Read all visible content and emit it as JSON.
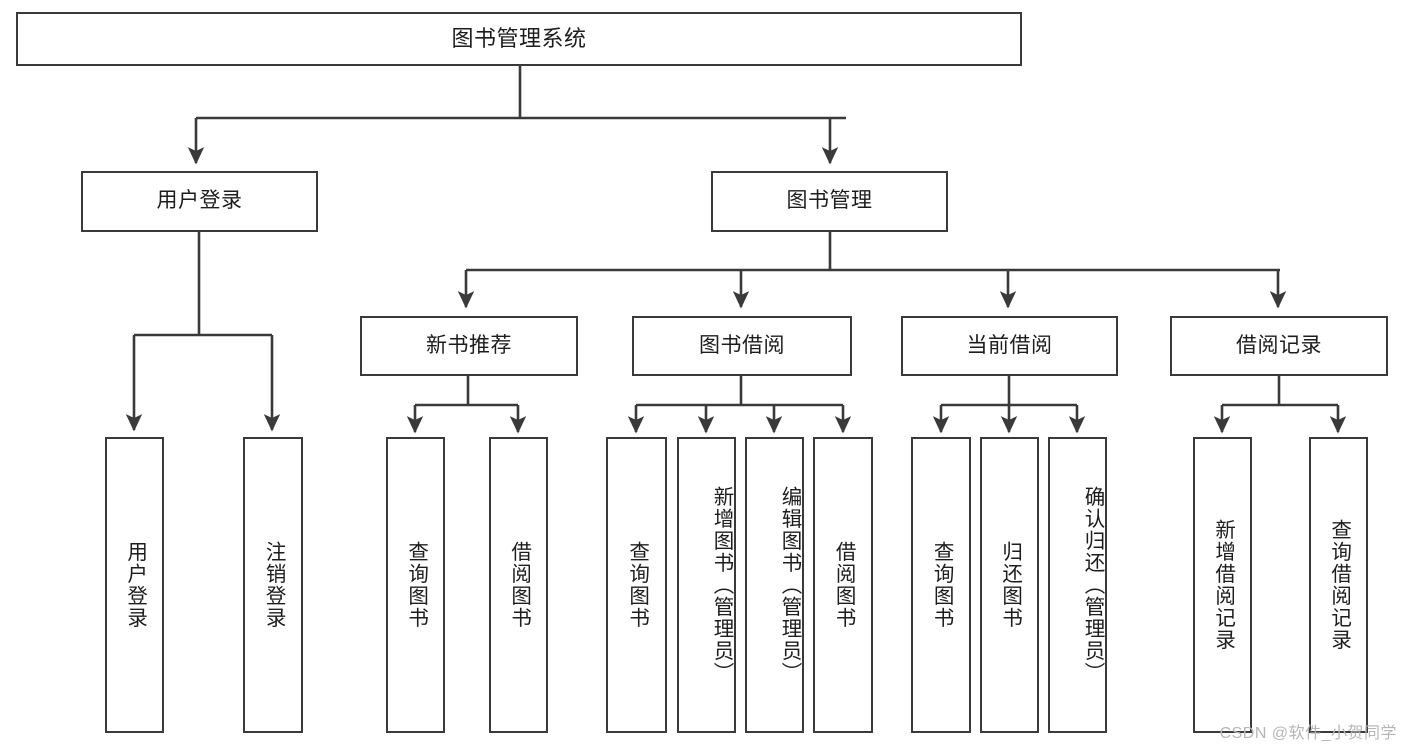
{
  "diagram": {
    "type": "tree-hierarchy-chart",
    "title_text": "图书管理系统",
    "watermark": "CSDN @软件_小贺同学",
    "colors": {
      "stroke": "#3a3a3a",
      "text": "#1d1d1d",
      "background": "#ffffff",
      "watermark": "#b6b6b6"
    },
    "levels": {
      "level1": "系统",
      "level2": "模块",
      "level3": "子模块",
      "level4": "功能"
    }
  },
  "nodes": {
    "root": {
      "label": "图书管理系统"
    },
    "level2": [
      {
        "label": "用户登录"
      },
      {
        "label": "图书管理"
      }
    ],
    "level3": [
      {
        "label": "新书推荐"
      },
      {
        "label": "图书借阅"
      },
      {
        "label": "当前借阅"
      },
      {
        "label": "借阅记录"
      }
    ],
    "leaves": {
      "user_login": [
        {
          "label": "用户登录"
        },
        {
          "label": "注销登录"
        }
      ],
      "new_book_recommend": [
        {
          "label": "查询图书"
        },
        {
          "label": "借阅图书"
        }
      ],
      "book_borrow": [
        {
          "label": "查询图书"
        },
        {
          "label": "新增图书（管理员）"
        },
        {
          "label": "编辑图书（管理员）"
        },
        {
          "label": "借阅图书"
        }
      ],
      "current_borrow": [
        {
          "label": "查询图书"
        },
        {
          "label": "归还图书"
        },
        {
          "label": "确认归还（管理员）"
        }
      ],
      "borrow_record": [
        {
          "label": "新增借阅记录"
        },
        {
          "label": "查询借阅记录"
        }
      ]
    }
  }
}
